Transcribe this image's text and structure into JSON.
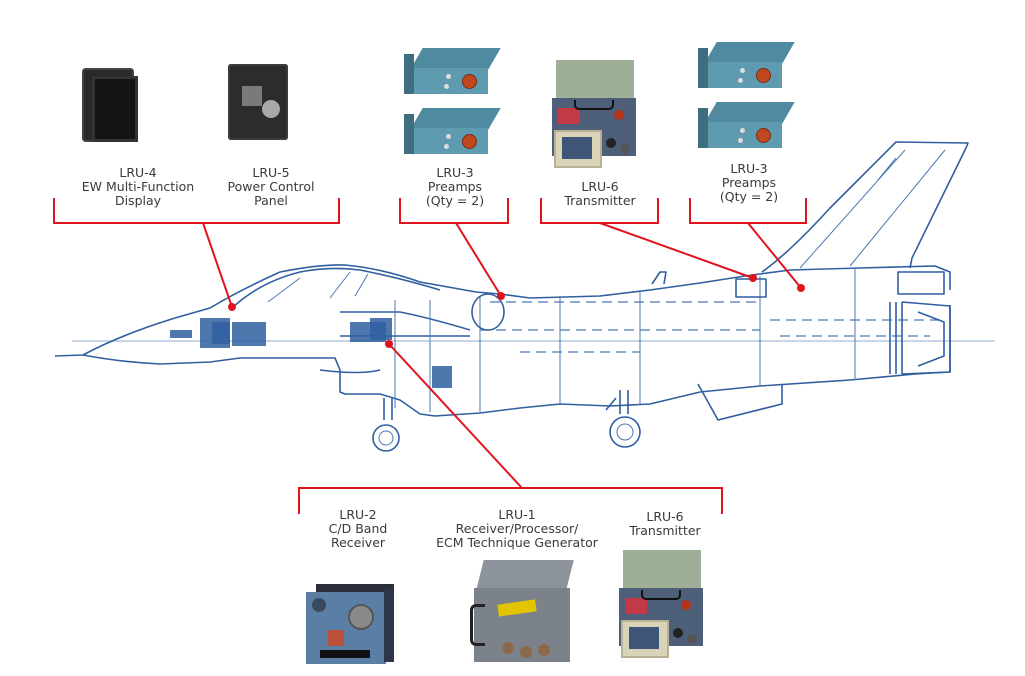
{
  "diagram": {
    "colors": {
      "callout": "#e0141e",
      "aircraft_line": "#2f5fa0",
      "label_text": "#3a3a3a"
    },
    "callouts_top": [
      {
        "id": "group-cockpit",
        "units": [
          {
            "name": "LRU-4",
            "lines": [
              "LRU-4",
              "EW Multi-Function",
              "Display"
            ]
          },
          {
            "name": "LRU-5",
            "lines": [
              "LRU-5",
              "Power Control",
              "Panel"
            ]
          }
        ]
      },
      {
        "id": "group-preamps-fwd",
        "units": [
          {
            "name": "LRU-3",
            "lines": [
              "LRU-3",
              "Preamps",
              "(Qty = 2)"
            ]
          }
        ]
      },
      {
        "id": "group-transmitter-aft",
        "units": [
          {
            "name": "LRU-6",
            "lines": [
              "LRU-6",
              "Transmitter"
            ]
          }
        ]
      },
      {
        "id": "group-preamps-aft",
        "units": [
          {
            "name": "LRU-3",
            "lines": [
              "LRU-3",
              "Preamps",
              "(Qty = 2)"
            ]
          }
        ]
      }
    ],
    "callouts_bottom": [
      {
        "id": "group-avionics-bay",
        "units": [
          {
            "name": "LRU-2",
            "lines": [
              "LRU-2",
              "C/D Band",
              "Receiver"
            ]
          },
          {
            "name": "LRU-1",
            "lines": [
              "LRU-1",
              "Receiver/Processor/",
              "ECM Technique Generator"
            ]
          },
          {
            "name": "LRU-6",
            "lines": [
              "LRU-6",
              "Transmitter"
            ]
          }
        ]
      }
    ],
    "aircraft": "fighter-jet-side-profile-cutaway"
  }
}
